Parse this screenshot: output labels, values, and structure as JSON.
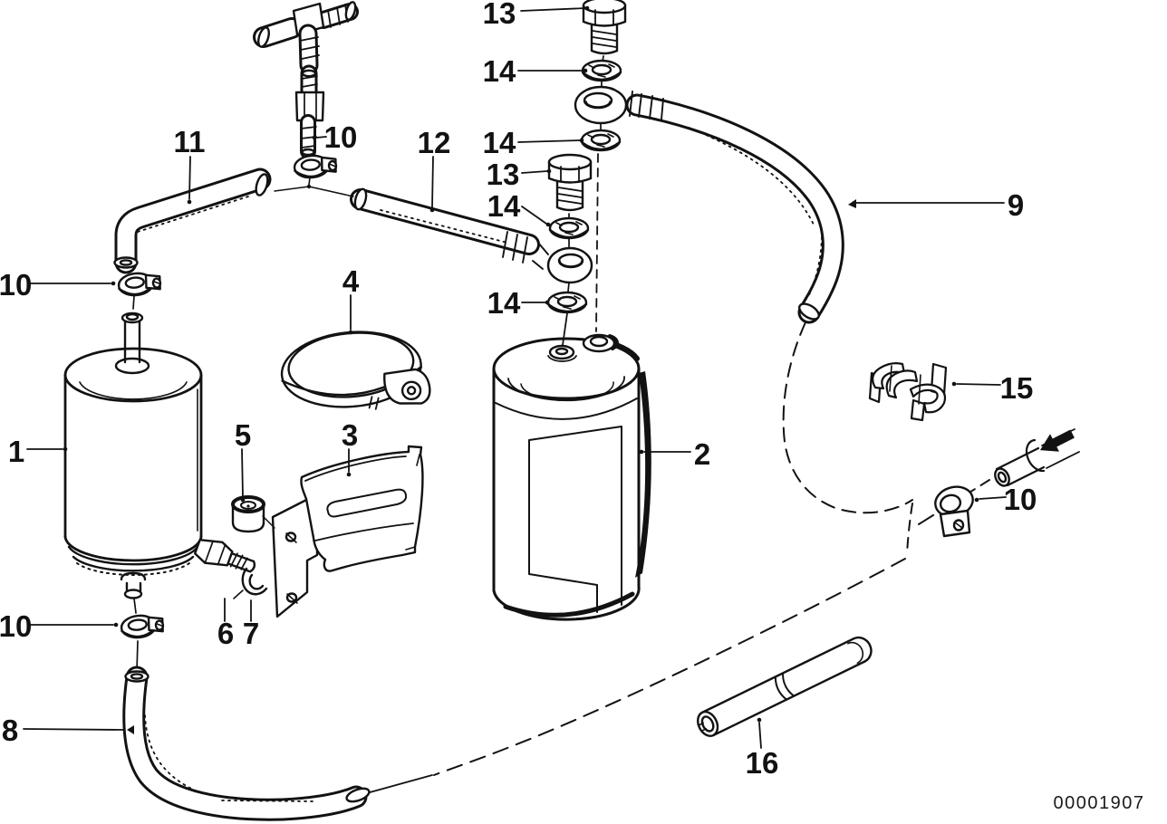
{
  "diagram": {
    "background": "#ffffff",
    "ink": "#121212",
    "drawing_number": "00001907",
    "callouts": [
      {
        "label": "13"
      },
      {
        "label": "14"
      },
      {
        "label": "14"
      },
      {
        "label": "13"
      },
      {
        "label": "14"
      },
      {
        "label": "14"
      },
      {
        "label": "10"
      },
      {
        "label": "11"
      },
      {
        "label": "12"
      },
      {
        "label": "9"
      },
      {
        "label": "10"
      },
      {
        "label": "4"
      },
      {
        "label": "1"
      },
      {
        "label": "2"
      },
      {
        "label": "5"
      },
      {
        "label": "3"
      },
      {
        "label": "15"
      },
      {
        "label": "10"
      },
      {
        "label": "6"
      },
      {
        "label": "7"
      },
      {
        "label": "10"
      },
      {
        "label": "8"
      },
      {
        "label": "16"
      }
    ]
  }
}
